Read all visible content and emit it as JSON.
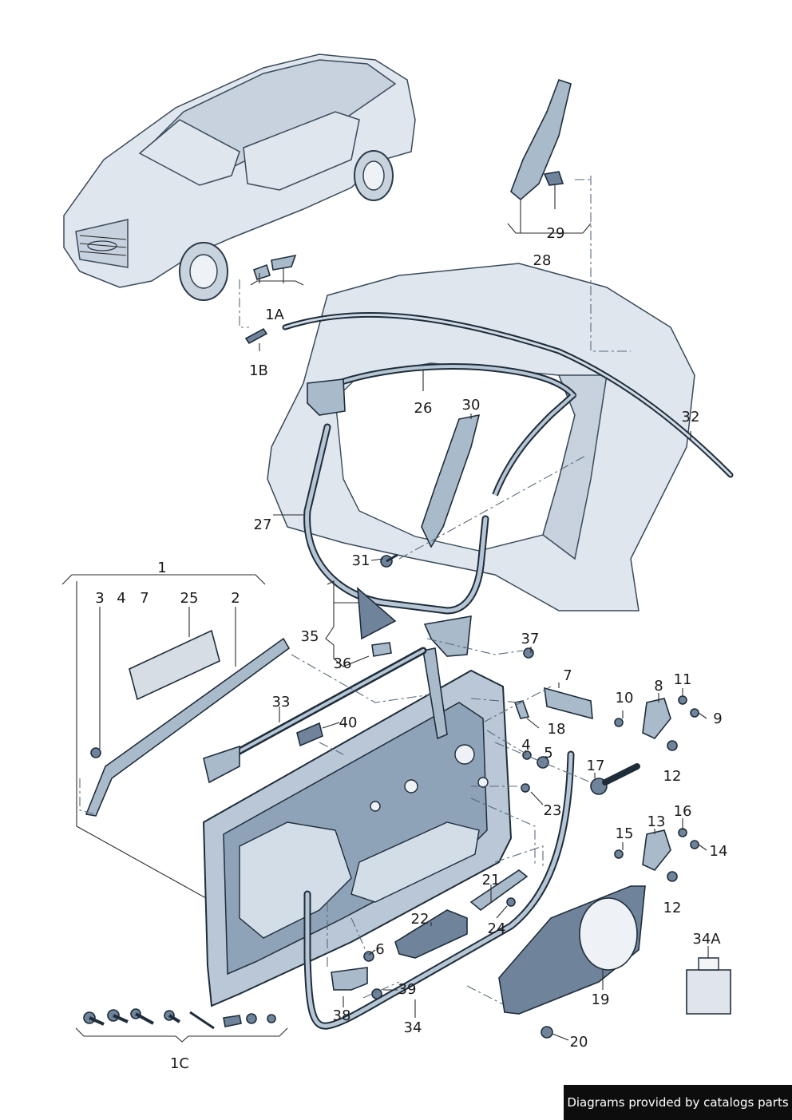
{
  "labels": {
    "l1": "1",
    "l1A": "1A",
    "l1B": "1B",
    "l1C": "1C",
    "l2": "2",
    "l3": "3",
    "l4a": "4",
    "l4b": "4",
    "l5": "5",
    "l6": "6",
    "l7a": "7",
    "l7b": "7",
    "l8": "8",
    "l9": "9",
    "l10": "10",
    "l11": "11",
    "l12a": "12",
    "l12b": "12",
    "l13": "13",
    "l14": "14",
    "l15": "15",
    "l16": "16",
    "l17": "17",
    "l18": "18",
    "l19": "19",
    "l20": "20",
    "l21": "21",
    "l22": "22",
    "l23": "23",
    "l24": "24",
    "l25": "25",
    "l26": "26",
    "l27": "27",
    "l28": "28",
    "l29": "29",
    "l30": "30",
    "l31": "31",
    "l32": "32",
    "l33": "33",
    "l34": "34",
    "l34A": "34A",
    "l35": "35",
    "l36": "36",
    "l37": "37",
    "l38": "38",
    "l39": "39",
    "l40": "40"
  },
  "footer": {
    "text": "Diagrams provided by catalogs parts"
  }
}
